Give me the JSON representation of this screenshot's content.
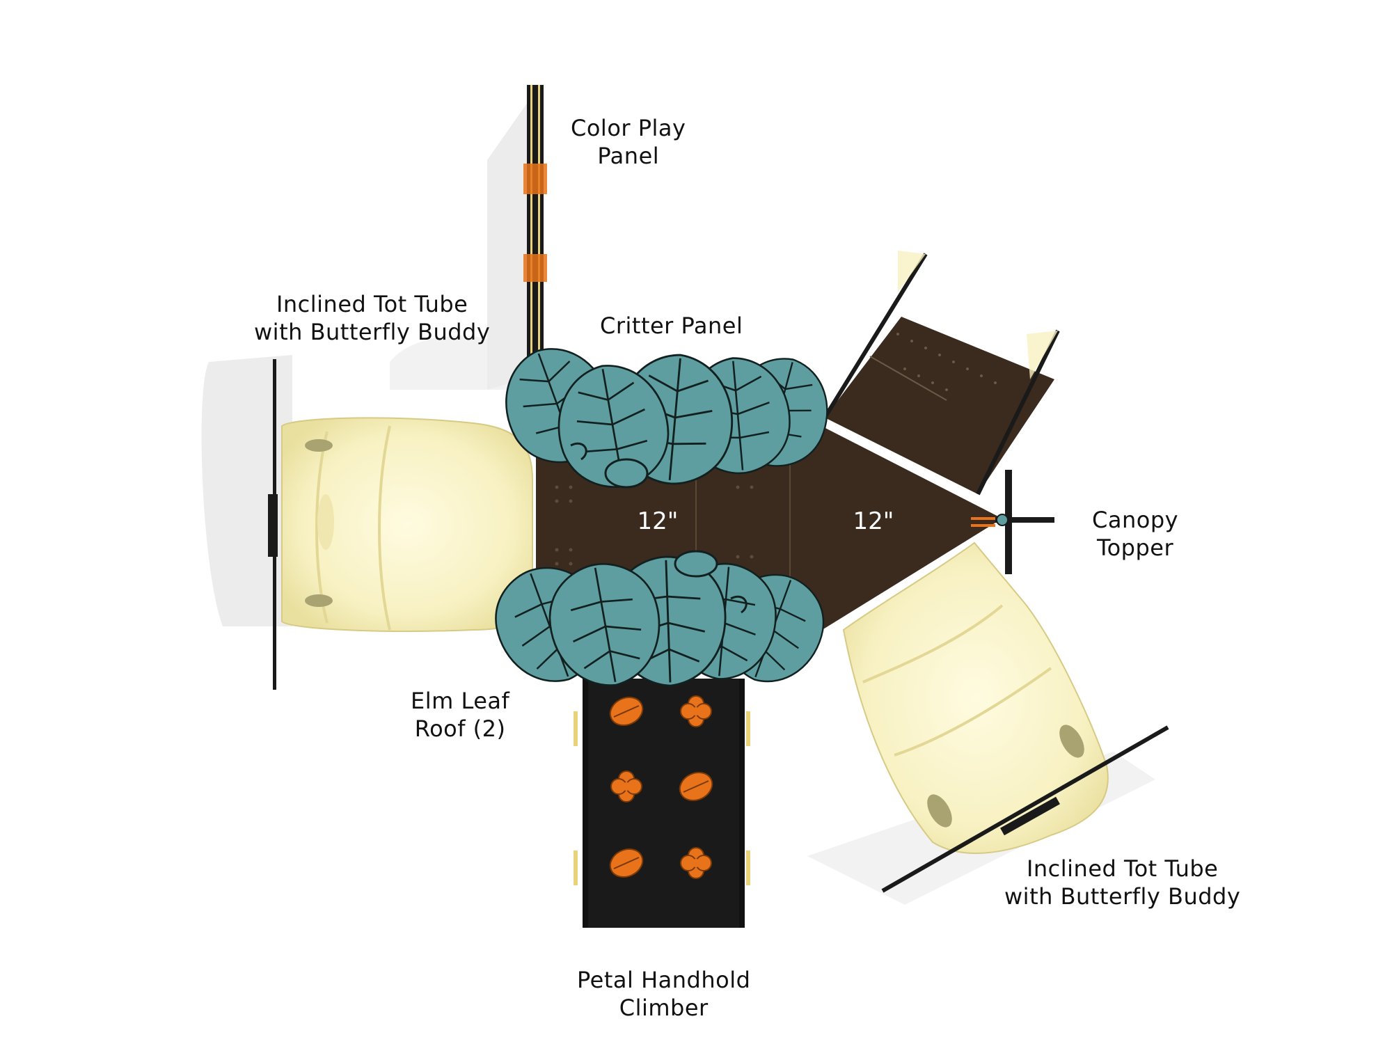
{
  "labels": {
    "color_play_panel": [
      "Color Play",
      "Panel"
    ],
    "critter_panel": [
      "Critter Panel"
    ],
    "tot_tube_left": [
      "Inclined Tot Tube",
      "with Butterfly Buddy"
    ],
    "canopy_topper": [
      "Canopy",
      "Topper"
    ],
    "elm_leaf_roof": [
      "Elm Leaf",
      "Roof (2)"
    ],
    "petal_climber": [
      "Petal Handhold",
      "Climber"
    ],
    "tot_tube_right": [
      "Inclined Tot Tube",
      "with Butterfly Buddy"
    ]
  },
  "deck_heights": {
    "left_deck": "12\"",
    "right_deck": "12\""
  },
  "colors": {
    "deck": "#3b2a1e",
    "panel_black": "#1a1a1a",
    "leaf_teal": "#5e9ea0",
    "tube_cream": "#f7f1c2",
    "accent_orange": "#e8731a",
    "post_yellow": "#e8d27a",
    "shadow": "#ececec"
  },
  "icons": {
    "climber_handholds": [
      "leaf-handhold-icon",
      "flower-handhold-icon"
    ]
  }
}
